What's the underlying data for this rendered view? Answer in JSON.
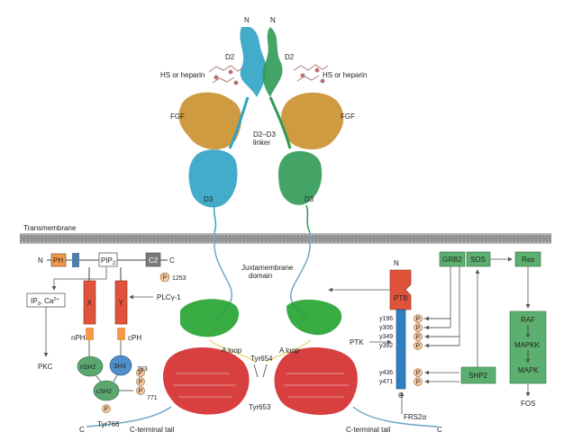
{
  "colors": {
    "d2_left": "#2fa3c4",
    "d2_right": "#2f9a55",
    "fgf": "#c9902c",
    "kinase_n": "#22a22f",
    "kinase_c": "#d42a2a",
    "membrane": "#9a9a9a",
    "plc_domain": "#e0533b",
    "ph": "#f39a4a",
    "sh2": "#5aa870",
    "sh3": "#4f8fc9",
    "c2": "#7a7a7a",
    "phospho": "#f7c9a0",
    "frs_ptb": "#e0533b",
    "frs_tail": "#2f7fc0",
    "pathway": "#5cb06f"
  },
  "receptor": {
    "n_left": "N",
    "n_right": "N",
    "d2_left": "D2",
    "d2_right": "D2",
    "hs_left": "HS or heparin",
    "hs_right": "HS or heparin",
    "fgf_left": "FGF",
    "fgf_right": "FGF",
    "linker": "D2–D3\nlinker",
    "d3_left": "D3",
    "d3_right": "D3",
    "transmembrane": "Transmembrane",
    "juxtamembrane": "Juxtamembrane\ndomain",
    "aloop_left": "A loop",
    "aloop_right": "A loop",
    "tyr654": "Tyr654",
    "tyr653": "Tyr653",
    "ctail_left": "C-terminal tail",
    "ctail_right": "C-terminal tail",
    "c_left": "C",
    "c_right": "C"
  },
  "plc": {
    "n": "N",
    "ph": "PH",
    "pip2": "PIP",
    "pip2_sub": "2",
    "c2": "C2",
    "c": "C",
    "p1253": "1253",
    "p_symbol": "P",
    "ip3": "IP",
    "ip3_sub": "3",
    "ca": ", Ca",
    "ca_sup": "2+",
    "pkc": "PKC",
    "x": "X",
    "y": "Y",
    "plc_label": "PLCγ-1",
    "npH": "nPH",
    "cpH": "cPH",
    "nsh2": "nSH2",
    "sh3": "SH3",
    "csh2": "cSH2",
    "p783": "783",
    "p771": "771",
    "tyr766": "Tyr766"
  },
  "frs2": {
    "n": "N",
    "ptb": "PTB",
    "c": "C",
    "label": "FRS2α",
    "ptk": "PTK",
    "y196": "y196",
    "y306": "y306",
    "y349": "y349",
    "y392": "y392",
    "y436": "y436",
    "y471": "y471"
  },
  "pathway": {
    "grb2": "GRB2",
    "sos": "SOS",
    "ras": "Ras",
    "shp2": "SHP2",
    "raf": "RAF",
    "mapkk": "MAPKK",
    "mapk": "MAPK",
    "fos": "FOS"
  }
}
